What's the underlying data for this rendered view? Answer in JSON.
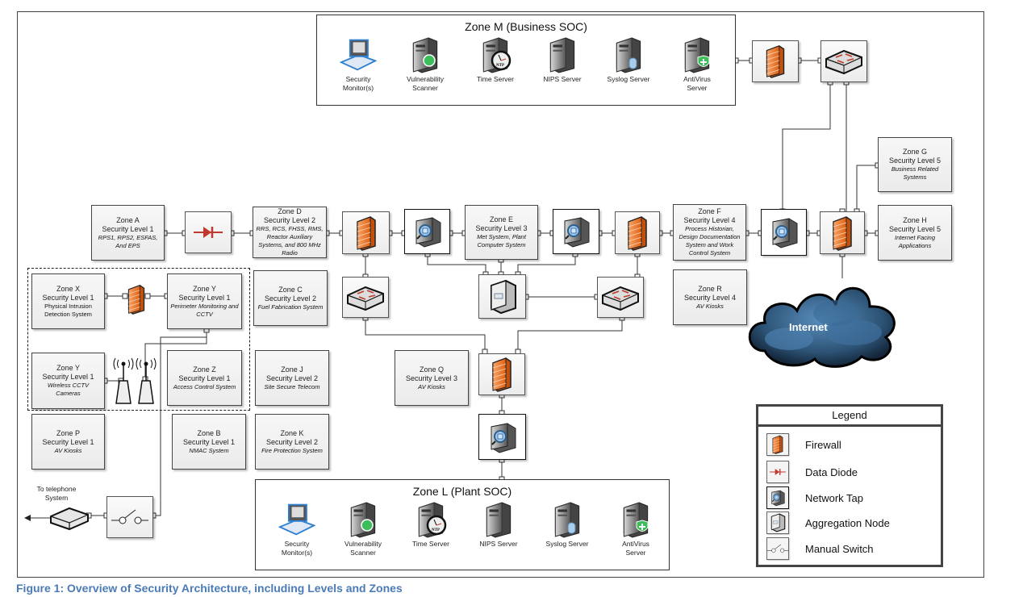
{
  "caption": "Figure 1: Overview of Security Architecture, including Levels and Zones",
  "colors": {
    "caption": "#4a7bb7",
    "firewall": "#f07a2a",
    "diode": "#c0392b",
    "cloud": "#2c4f6e",
    "border": "#444444"
  },
  "soc_business": {
    "title": "Zone M (Business SOC)",
    "items": [
      {
        "icon": "security-monitor-icon",
        "label1": "Security",
        "label2": "Monitor(s)"
      },
      {
        "icon": "vulnerability-scanner-icon",
        "label1": "Vulnerability",
        "label2": "Scanner"
      },
      {
        "icon": "time-server-icon",
        "label1": "Time Server",
        "label2": ""
      },
      {
        "icon": "nips-server-icon",
        "label1": "NIPS Server",
        "label2": ""
      },
      {
        "icon": "syslog-server-icon",
        "label1": "Syslog Server",
        "label2": ""
      },
      {
        "icon": "antivirus-server-icon",
        "label1": "AntiVirus",
        "label2": "Server"
      }
    ]
  },
  "soc_plant": {
    "title": "Zone L (Plant SOC)",
    "items": [
      {
        "icon": "security-monitor-icon",
        "label1": "Security",
        "label2": "Monitor(s)"
      },
      {
        "icon": "vulnerability-scanner-icon",
        "label1": "Vulnerability",
        "label2": "Scanner"
      },
      {
        "icon": "time-server-icon",
        "label1": "Time Server",
        "label2": ""
      },
      {
        "icon": "nips-server-icon",
        "label1": "NIPS Server",
        "label2": ""
      },
      {
        "icon": "syslog-server-icon",
        "label1": "Syslog Server",
        "label2": ""
      },
      {
        "icon": "antivirus-server-icon",
        "label1": "AntiVirus",
        "label2": "Server"
      }
    ]
  },
  "ntp_label": "NTP",
  "zones": {
    "A": {
      "name": "Zone A",
      "level": "Security Level 1",
      "desc": "RPS1, RPS2, ESFAS, And EPS"
    },
    "D": {
      "name": "Zone D",
      "level": "Security Level 2",
      "desc": "RRS, RCS, FHSS, RMS, Reactor Auxiliary Systems, and 800 MHz Radio"
    },
    "E": {
      "name": "Zone E",
      "level": "Security Level 3",
      "desc": "Met System, Plant Computer System"
    },
    "F": {
      "name": "Zone F",
      "level": "Security Level 4",
      "desc": "Process Historian, Design Documentation System and Work Control System"
    },
    "G": {
      "name": "Zone G",
      "level": "Security Level 5",
      "desc": "Business Related Systems"
    },
    "H": {
      "name": "Zone H",
      "level": "Security Level 5",
      "desc": "Internet Facing Applications"
    },
    "X": {
      "name": "Zone X",
      "level": "Security Level 1",
      "desc": "Physical Intrusion Detection System"
    },
    "Y1": {
      "name": "Zone Y",
      "level": "Security Level 1",
      "desc": "Perimeter Monitoring and CCTV"
    },
    "C": {
      "name": "Zone C",
      "level": "Security Level 2",
      "desc": "Fuel Fabrication System"
    },
    "Y2": {
      "name": "Zone Y",
      "level": "Security Level 1",
      "desc": "Wireless CCTV Cameras"
    },
    "Z": {
      "name": "Zone Z",
      "level": "Security Level 1",
      "desc": "Access Control System"
    },
    "J": {
      "name": "Zone J",
      "level": "Security Level 2",
      "desc": "Site Secure Telecom"
    },
    "P": {
      "name": "Zone P",
      "level": "Security Level 1",
      "desc": "AV Kiosks"
    },
    "B": {
      "name": "Zone B",
      "level": "Security Level 1",
      "desc": "NMAC System"
    },
    "K": {
      "name": "Zone K",
      "level": "Security Level 2",
      "desc": "Fire Protection System"
    },
    "R": {
      "name": "Zone R",
      "level": "Security Level 4",
      "desc": "AV Kiosks"
    },
    "Q": {
      "name": "Zone Q",
      "level": "Security Level 3",
      "desc": "AV Kiosks"
    }
  },
  "internet_label": "Internet",
  "telephone_label": "To telephone System",
  "legend": {
    "title": "Legend",
    "items": [
      {
        "icon": "firewall-icon",
        "label": "Firewall"
      },
      {
        "icon": "data-diode-icon",
        "label": "Data Diode"
      },
      {
        "icon": "network-tap-icon",
        "label": "Network Tap"
      },
      {
        "icon": "aggregation-node-icon",
        "label": "Aggregation Node"
      },
      {
        "icon": "manual-switch-icon",
        "label": "Manual Switch"
      }
    ]
  }
}
